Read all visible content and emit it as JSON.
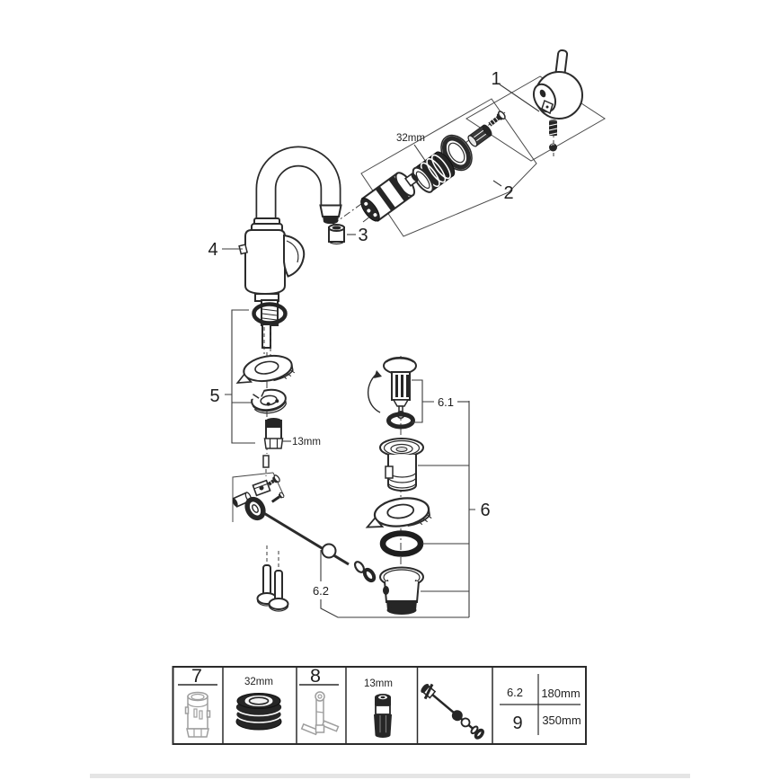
{
  "diagram": {
    "callouts": {
      "handle_group": "1",
      "cartridge_group": "2",
      "mousseur": "3",
      "body": "4",
      "fastening_set": "5",
      "waste_set": "6",
      "plug": "6.1",
      "rod": "6.2"
    },
    "dimensions": {
      "cartridge_ring": "32mm",
      "fastening_nut": "13mm"
    }
  },
  "parts_table": {
    "col_cartridge": "7",
    "col_ring_tool": "32mm",
    "col_wrench": "8",
    "col_socket": "13mm",
    "sizes": {
      "row1_ref": "6.2",
      "row1_len": "180mm",
      "row2_ref": "9",
      "row2_len": "350mm"
    }
  },
  "colors": {
    "line": "#2b2b2b",
    "muted_part": "#9e9e9e",
    "footer_bar": "#e5e5e5"
  }
}
